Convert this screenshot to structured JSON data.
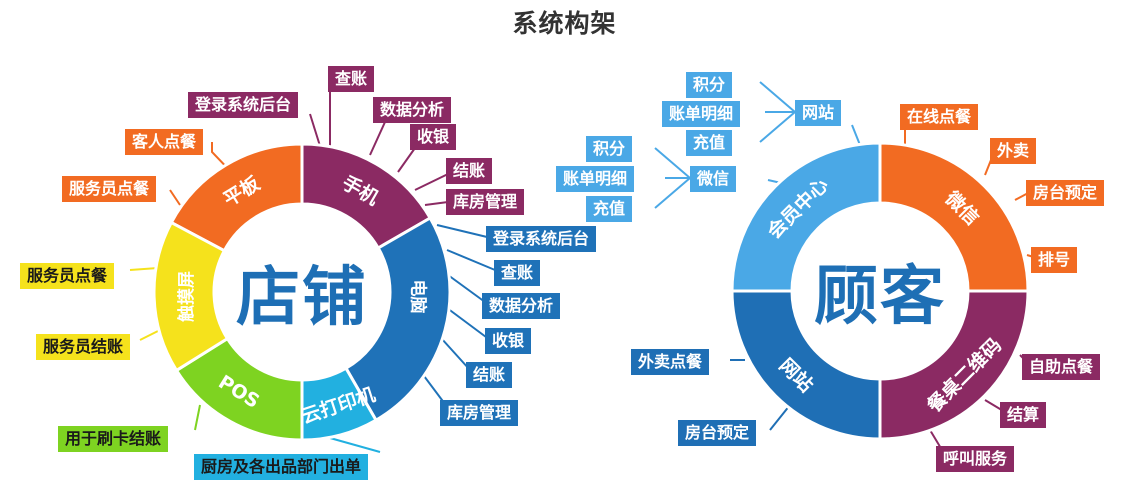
{
  "title": "系统构架",
  "store": {
    "center": "店铺",
    "segments": {
      "tablet": "平板",
      "phone": "手机",
      "pc": "电脑",
      "cloud_printer": "云打印机",
      "pos": "POS",
      "touchscreen": "触摸屏"
    },
    "tablet_items": [
      "客人点餐",
      "服务员点餐"
    ],
    "phone_items": [
      "查账",
      "登录系统后台",
      "数据分析",
      "收银",
      "结账",
      "库房管理"
    ],
    "pc_items": [
      "登录系统后台",
      "查账",
      "数据分析",
      "收银",
      "结账",
      "库房管理"
    ],
    "touchscreen_items": [
      "服务员点餐",
      "服务员结账"
    ],
    "pos_items": [
      "用于刷卡结账"
    ],
    "cloud_printer_items": [
      "厨房及各出品部门出单"
    ]
  },
  "customer": {
    "center": "顾客",
    "segments": {
      "member": "会员中心",
      "wechat": "微信",
      "qr": "餐桌二维码",
      "website": "网站"
    },
    "member_website": "网站",
    "member_website_items": [
      "积分",
      "账单明细",
      "充值"
    ],
    "member_wechat": "微信",
    "member_wechat_items": [
      "积分",
      "账单明细",
      "充值"
    ],
    "wechat_items": [
      "在线点餐",
      "外卖",
      "房台预定",
      "排号"
    ],
    "qr_items": [
      "自助点餐",
      "结算",
      "呼叫服务"
    ],
    "website_items": [
      "外卖点餐",
      "房台预定"
    ]
  },
  "colors": {
    "orange": "#f26b22",
    "purple": "#8b2a63",
    "blue": "#1f72b8",
    "cyan": "#22b0e0",
    "green": "#7ed321",
    "yellow": "#f5e21c",
    "lightblue": "#4aa8e6",
    "darkblue": "#1f6fb5"
  }
}
